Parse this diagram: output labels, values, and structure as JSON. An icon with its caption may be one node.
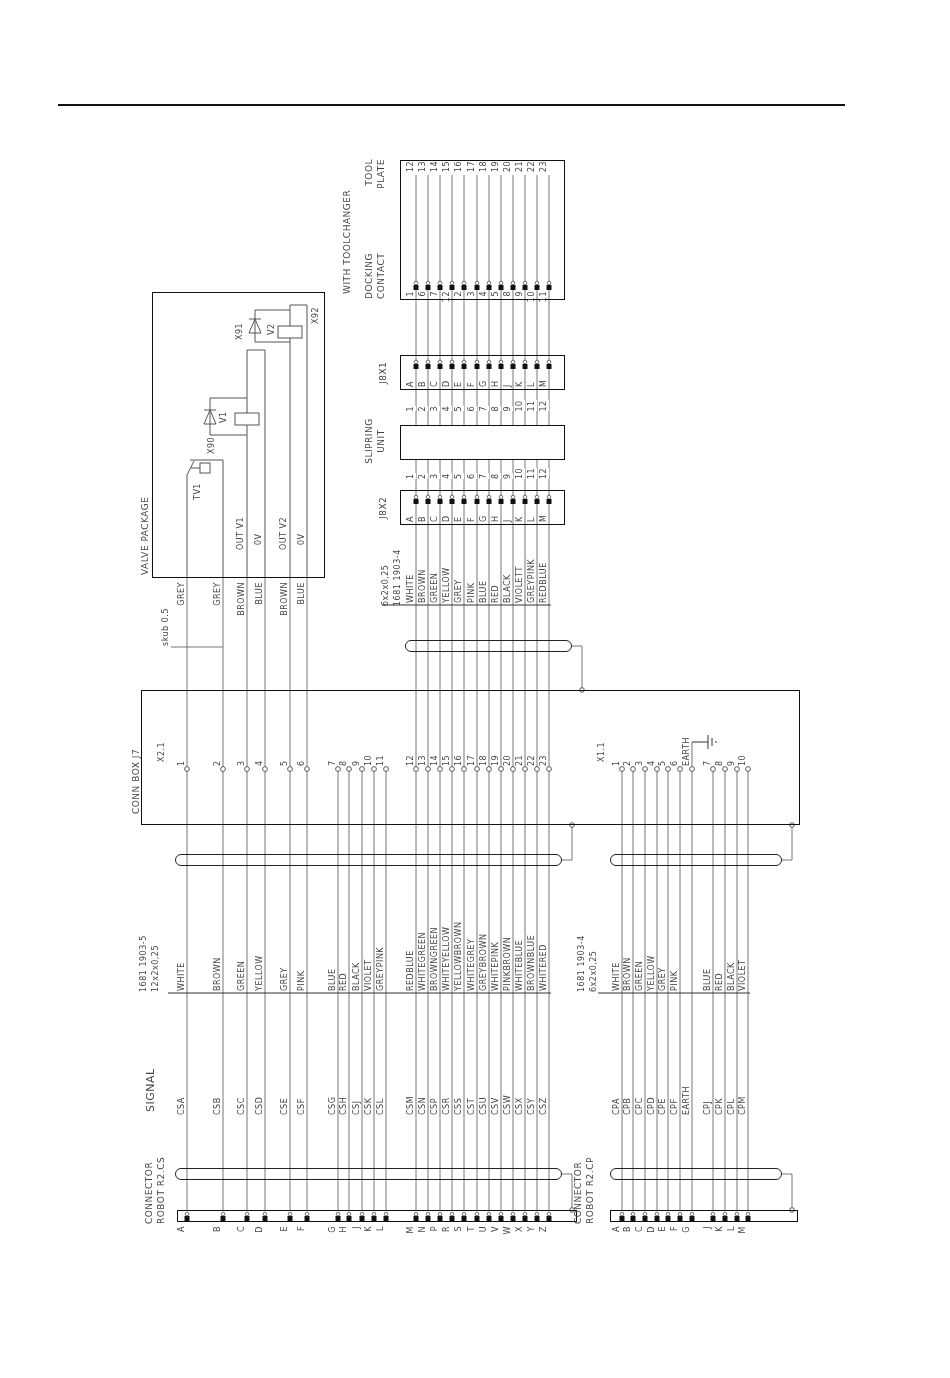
{
  "diagram": {
    "nodes": [
      {
        "text": [
          "CONNECTOR ROBOT R2.CS"
        ]
      },
      {
        "text": [
          "CONN BOX J7"
        ]
      },
      {
        "text": [
          "VALVE PACKAGE"
        ]
      },
      {
        "text": [
          "J8X2"
        ]
      },
      {
        "text": [
          "SLIPRING UNIT"
        ]
      },
      {
        "text": [
          "J8X1"
        ]
      },
      {
        "text": [
          "WITH TOOLCHANGER",
          "DOCKING CONTACT",
          "TOOL PLATE"
        ]
      },
      {
        "text": [
          "CONNECTOR ROBOT R2.CP"
        ]
      },
      {
        "text": [],
        "shape": "oval"
      },
      {
        "text": [],
        "shape": "oval"
      },
      {
        "text": [],
        "shape": "oval"
      },
      {
        "text": [],
        "shape": "oval"
      },
      {
        "text": [],
        "shape": "oval"
      },
      {
        "text": [
          "skub 0.5"
        ]
      }
    ],
    "edges": [
      {
        "from": 0,
        "to": 1,
        "arrow": "none"
      },
      {
        "from": 0,
        "to": 1,
        "arrow": "none"
      },
      {
        "from": 0,
        "to": 1,
        "arrow": "none"
      },
      {
        "from": 0,
        "to": 1,
        "arrow": "none"
      },
      {
        "from": 0,
        "to": 1,
        "arrow": "none"
      },
      {
        "from": 0,
        "to": 1,
        "arrow": "none"
      },
      {
        "from": 0,
        "to": 1,
        "arrow": "none"
      },
      {
        "from": 0,
        "to": 1,
        "arrow": "none"
      },
      {
        "from": 0,
        "to": 1,
        "arrow": "none"
      },
      {
        "from": 0,
        "to": 1,
        "arrow": "none"
      },
      {
        "from": 0,
        "to": 1,
        "arrow": "none"
      },
      {
        "from": 0,
        "to": 1,
        "arrow": "none"
      },
      {
        "from": 0,
        "to": 1,
        "arrow": "none"
      },
      {
        "from": 0,
        "to": 1,
        "arrow": "none"
      },
      {
        "from": 0,
        "to": 1,
        "arrow": "none"
      },
      {
        "from": 0,
        "to": 1,
        "arrow": "none"
      },
      {
        "from": 0,
        "to": 1,
        "arrow": "none"
      },
      {
        "from": 0,
        "to": 1,
        "arrow": "none"
      },
      {
        "from": 0,
        "to": 1,
        "arrow": "none"
      },
      {
        "from": 0,
        "to": 1,
        "arrow": "none"
      },
      {
        "from": 0,
        "to": 1,
        "arrow": "none"
      },
      {
        "from": 0,
        "to": 1,
        "arrow": "none"
      },
      {
        "from": 0,
        "to": 1,
        "arrow": "none"
      },
      {
        "from": 1,
        "to": 2,
        "arrow": "none"
      },
      {
        "from": 1,
        "to": 2,
        "arrow": "none"
      },
      {
        "from": 1,
        "to": 2,
        "arrow": "none"
      },
      {
        "from": 1,
        "to": 2,
        "arrow": "none"
      },
      {
        "from": 1,
        "to": 2,
        "arrow": "none"
      },
      {
        "from": 1,
        "to": 2,
        "arrow": "none"
      },
      {
        "from": 1,
        "to": 3,
        "arrow": "none"
      },
      {
        "from": 1,
        "to": 3,
        "arrow": "none"
      },
      {
        "from": 1,
        "to": 3,
        "arrow": "none"
      },
      {
        "from": 1,
        "to": 3,
        "arrow": "none"
      },
      {
        "from": 1,
        "to": 3,
        "arrow": "none"
      },
      {
        "from": 1,
        "to": 3,
        "arrow": "none"
      },
      {
        "from": 1,
        "to": 3,
        "arrow": "none"
      },
      {
        "from": 1,
        "to": 3,
        "arrow": "none"
      },
      {
        "from": 1,
        "to": 3,
        "arrow": "none"
      },
      {
        "from": 1,
        "to": 3,
        "arrow": "none"
      },
      {
        "from": 1,
        "to": 3,
        "arrow": "none"
      },
      {
        "from": 1,
        "to": 3,
        "arrow": "none"
      },
      {
        "from": 3,
        "to": 4,
        "arrow": "none",
        "label": "1"
      },
      {
        "from": 3,
        "to": 4,
        "arrow": "none",
        "label": "2"
      },
      {
        "from": 3,
        "to": 4,
        "arrow": "none",
        "label": "3"
      },
      {
        "from": 3,
        "to": 4,
        "arrow": "none",
        "label": "4"
      },
      {
        "from": 3,
        "to": 4,
        "arrow": "none",
        "label": "5"
      },
      {
        "from": 3,
        "to": 4,
        "arrow": "none",
        "label": "6"
      },
      {
        "from": 3,
        "to": 4,
        "arrow": "none",
        "label": "7"
      },
      {
        "from": 3,
        "to": 4,
        "arrow": "none",
        "label": "8"
      },
      {
        "from": 3,
        "to": 4,
        "arrow": "none",
        "label": "9"
      },
      {
        "from": 3,
        "to": 4,
        "arrow": "none",
        "label": "10"
      },
      {
        "from": 3,
        "to": 4,
        "arrow": "none",
        "label": "11"
      },
      {
        "from": 3,
        "to": 4,
        "arrow": "none",
        "label": "12"
      },
      {
        "from": 4,
        "to": 5,
        "arrow": "none",
        "label": "1"
      },
      {
        "from": 4,
        "to": 5,
        "arrow": "none",
        "label": "2"
      },
      {
        "from": 4,
        "to": 5,
        "arrow": "none",
        "label": "3"
      },
      {
        "from": 4,
        "to": 5,
        "arrow": "none",
        "label": "4"
      },
      {
        "from": 4,
        "to": 5,
        "arrow": "none",
        "label": "5"
      },
      {
        "from": 4,
        "to": 5,
        "arrow": "none",
        "label": "6"
      },
      {
        "from": 4,
        "to": 5,
        "arrow": "none",
        "label": "7"
      },
      {
        "from": 4,
        "to": 5,
        "arrow": "none",
        "label": "8"
      },
      {
        "from": 4,
        "to": 5,
        "arrow": "none",
        "label": "9"
      },
      {
        "from": 4,
        "to": 5,
        "arrow": "none",
        "label": "10"
      },
      {
        "from": 4,
        "to": 5,
        "arrow": "none",
        "label": "11"
      },
      {
        "from": 4,
        "to": 5,
        "arrow": "none",
        "label": "12"
      },
      {
        "from": 5,
        "to": 6,
        "arrow": "none"
      },
      {
        "from": 5,
        "to": 6,
        "arrow": "none"
      },
      {
        "from": 5,
        "to": 6,
        "arrow": "none"
      },
      {
        "from": 5,
        "to": 6,
        "arrow": "none"
      },
      {
        "from": 5,
        "to": 6,
        "arrow": "none"
      },
      {
        "from": 5,
        "to": 6,
        "arrow": "none"
      },
      {
        "from": 5,
        "to": 6,
        "arrow": "none"
      },
      {
        "from": 5,
        "to": 6,
        "arrow": "none"
      },
      {
        "from": 5,
        "to": 6,
        "arrow": "none"
      },
      {
        "from": 5,
        "to": 6,
        "arrow": "none"
      },
      {
        "from": 5,
        "to": 6,
        "arrow": "none"
      },
      {
        "from": 5,
        "to": 6,
        "arrow": "none"
      },
      {
        "from": 7,
        "to": 1,
        "arrow": "none"
      },
      {
        "from": 7,
        "to": 1,
        "arrow": "none"
      },
      {
        "from": 7,
        "to": 1,
        "arrow": "none"
      },
      {
        "from": 7,
        "to": 1,
        "arrow": "none"
      },
      {
        "from": 7,
        "to": 1,
        "arrow": "none"
      },
      {
        "from": 7,
        "to": 1,
        "arrow": "none"
      },
      {
        "from": 7,
        "to": 1,
        "arrow": "none"
      },
      {
        "from": 7,
        "to": 1,
        "arrow": "none"
      },
      {
        "from": 7,
        "to": 1,
        "arrow": "none"
      },
      {
        "from": 7,
        "to": 1,
        "arrow": "none"
      },
      {
        "from": 7,
        "to": 1,
        "arrow": "none"
      },
      {
        "from": 8,
        "to": 0,
        "arrow": "other"
      },
      {
        "from": 9,
        "to": 1,
        "arrow": "other"
      },
      {
        "from": 10,
        "to": 1,
        "arrow": "other"
      },
      {
        "from": 11,
        "to": 7,
        "arrow": "other"
      },
      {
        "from": 12,
        "to": 1,
        "arrow": "other"
      },
      {
        "from": 13,
        "to": null,
        "arrow": "none"
      }
    ],
    "labels": [
      "SIGNAL",
      "A",
      "B",
      "C",
      "D",
      "E",
      "F",
      "G",
      "H",
      "J",
      "K",
      "L",
      "M",
      "N",
      "P",
      "R",
      "S",
      "T",
      "U",
      "V",
      "W",
      "X",
      "Y",
      "Z",
      "CSA",
      "CSB",
      "CSC",
      "CSD",
      "CSE",
      "CSF",
      "CSG",
      "CSH",
      "CSJ",
      "CSK",
      "CSL",
      "CSM",
      "CSN",
      "CSP",
      "CSR",
      "CSS",
      "CST",
      "CSU",
      "CSV",
      "CSW",
      "CSX",
      "CSY",
      "CSZ",
      "1681 1903-5",
      "12x2x0,25",
      "WHITE",
      "BROWN",
      "GREEN",
      "YELLOW",
      "GREY",
      "PINK",
      "BLUE",
      "RED",
      "BLACK",
      "VIOLET",
      "GREYPINK",
      "REDBLUE",
      "WHITEGREEN",
      "BROWNGREEN",
      "WHITEYELLOW",
      "YELLOWBROWN",
      "WHITEGREY",
      "GREYBROWN",
      "WHITEPINK",
      "PINKBROWN",
      "WHITEBLUE",
      "BROWNBLUE",
      "WHITERED",
      "X2.1",
      "1",
      "2",
      "3",
      "4",
      "5",
      "6",
      "7",
      "8",
      "9",
      "10",
      "11",
      "12",
      "13",
      "14",
      "15",
      "16",
      "17",
      "18",
      "19",
      "20",
      "21",
      "22",
      "23",
      "GREY",
      "GREY",
      "BROWN",
      "BLUE",
      "BROWN",
      "BLUE",
      "TV1",
      "X90",
      "OUT V1",
      "0V",
      "V1",
      "X91",
      "OUT V2",
      "0V",
      "V2",
      "X92",
      "6x2x0,25",
      "1681 1903-4",
      "WHITE",
      "BROWN",
      "GREEN",
      "YELLOW",
      "GREY",
      "PINK",
      "BLUE",
      "RED",
      "BLACK",
      "VIOLETT",
      "GREYPINK",
      "REDBLUE",
      "A",
      "B",
      "C",
      "D",
      "E",
      "F",
      "G",
      "H",
      "J",
      "K",
      "L",
      "M",
      "A",
      "B",
      "C",
      "D",
      "E",
      "F",
      "G",
      "H",
      "J",
      "K",
      "L",
      "M",
      "1",
      "6",
      "7",
      "12",
      "2",
      "3",
      "4",
      "5",
      "8",
      "9",
      "10",
      "11",
      "12",
      "13",
      "14",
      "15",
      "16",
      "17",
      "18",
      "19",
      "20",
      "21",
      "22",
      "23",
      "A",
      "B",
      "C",
      "D",
      "E",
      "F",
      "G",
      "J",
      "K",
      "L",
      "M",
      "CPA",
      "CPB",
      "CPC",
      "CPD",
      "CPE",
      "CPF",
      "EARTH",
      "CPJ",
      "CPK",
      "CPL",
      "CPM",
      "1681 1903-4",
      "6x2x0,25",
      "WHITE",
      "BROWN",
      "GREEN",
      "YELLOW",
      "GREY",
      "PINK",
      "BLUE",
      "RED",
      "BLACK",
      "VIOLET",
      "X1.1",
      "1",
      "2",
      "3",
      "4",
      "5",
      "6",
      "EARTH",
      "7",
      "8",
      "9",
      "10"
    ]
  }
}
